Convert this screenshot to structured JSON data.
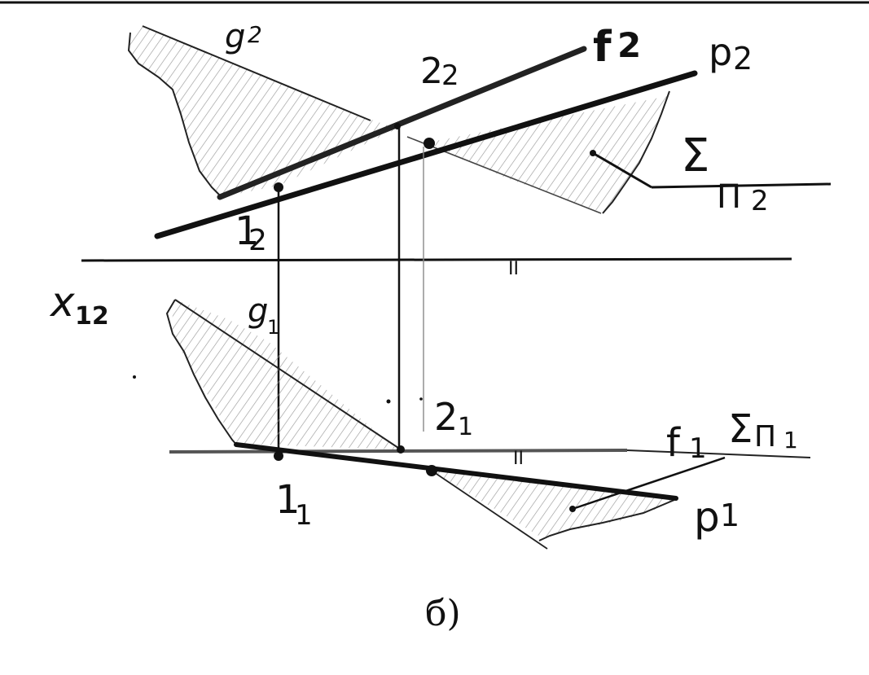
{
  "colors": {
    "ink": "#111111",
    "paper": "#ffffff",
    "hatch": "#9a9a9a"
  },
  "labels": {
    "g2": "g",
    "g2_sub": "2",
    "f2": "f",
    "f2_sub": "2",
    "p2": "p",
    "p2_sub": "2",
    "two2": "2",
    "two2_sub": "2",
    "sigma_p2": "Σ",
    "sigma_p2_sub1": "П",
    "sigma_p2_sub2": "2",
    "one2": "1",
    "one2_sub": "2",
    "x12": "x",
    "x12_sub": "12",
    "g1": "g",
    "g1_sub": "1",
    "two1": "2",
    "two1_sub": "1",
    "f1": "f",
    "f1_sub": "1",
    "sigma_p1": "Σ",
    "sigma_p1_sub1": "П",
    "sigma_p1_sub2": "1",
    "one1": "1",
    "one1_sub": "1",
    "p1": "p",
    "p1_sub": "1",
    "parallel_top": "II",
    "parallel_bottom": "II",
    "caption": "б)"
  }
}
